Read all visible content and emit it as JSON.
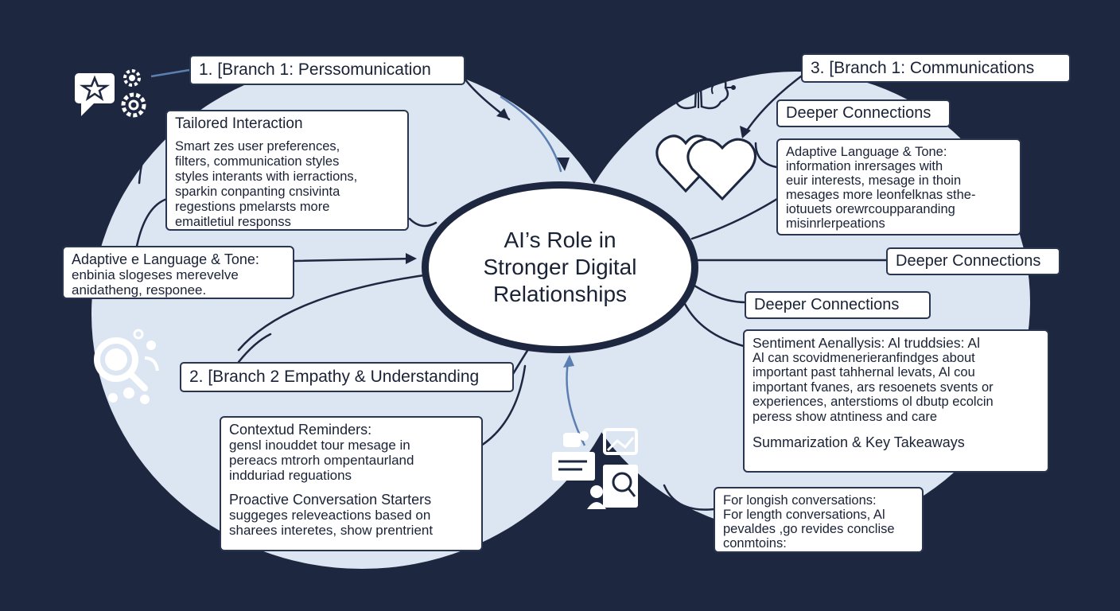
{
  "colors": {
    "background": "#1d2740",
    "bubble": "#dce5f2",
    "stroke": "#1d2740",
    "box": "#ffffff",
    "arrow_accent": "#5b7fb0"
  },
  "center": {
    "lines": [
      "AI’s Role in",
      "Stronger Digital",
      "Relationships"
    ]
  },
  "branch1": {
    "title": "1. [Branch 1: Perssomunication",
    "tailored": {
      "heading": "Tailored Interaction",
      "lines": [
        "Smart  zes user preferences,",
        "filters, communication styles",
        "styles interants with ierractions,",
        "sparkin conpanting cnsivinta",
        "regestions pmelarsts more",
        "emaitletiul responss"
      ]
    },
    "adaptive": {
      "lines": [
        "Adaptive e Language & Tone:",
        "enbinia slogeses merevelve",
        "anidatheng, responee."
      ]
    }
  },
  "branch2": {
    "title": "2. [Branch 2 Empathy & Understanding",
    "reminders": {
      "heading": "Contextud Reminders:",
      "lines": [
        "gensl inouddet tour mesage in",
        "pereacs mtrorh ompentaurland",
        "indduriad reguations"
      ]
    },
    "starters": {
      "heading": "Proactive Conversation Starters",
      "lines": [
        "suggeges releveactions based on",
        "sharees interetes, show prentrient"
      ]
    }
  },
  "branch3": {
    "title": "3. [Branch 1:  Communications",
    "deeper_top": "Deeper Connections",
    "adaptive": {
      "lines": [
        "Adaptive Language & Tone:",
        "information inrersages with",
        "euir interests, mesage in thoin",
        "mesages more leonfelknas sthe-",
        "iotuuets orewrcoupparanding",
        "misinrlerpeations"
      ]
    },
    "deeper_right": "Deeper Connections",
    "deeper_mid": "Deeper Connections",
    "sentiment": {
      "heading": "Sentiment Aenallysis: Al truddsies: Al",
      "lines": [
        "Al can scovidmenerieranfindges about",
        "important past tahhernal levats, Al cou",
        "important fvanes, ars resoenets svents or",
        "experiences, anterstioms ol dbutp ecolcin",
        "peress show atntiness and care"
      ],
      "footer": "Summarization & Key Takeaways"
    },
    "longish": {
      "lines": [
        "For longish conversations:",
        "For length conversations, Al",
        "pevaldes ,go revides conclise",
        "conmtoins:"
      ]
    }
  },
  "icons": {
    "top_left": "chat-star-gears-icon",
    "top_right": "brain-icon",
    "hearts": "hearts-icon",
    "left_mid": "magnifier-people-icon",
    "bottom_center": "documents-search-icon"
  }
}
